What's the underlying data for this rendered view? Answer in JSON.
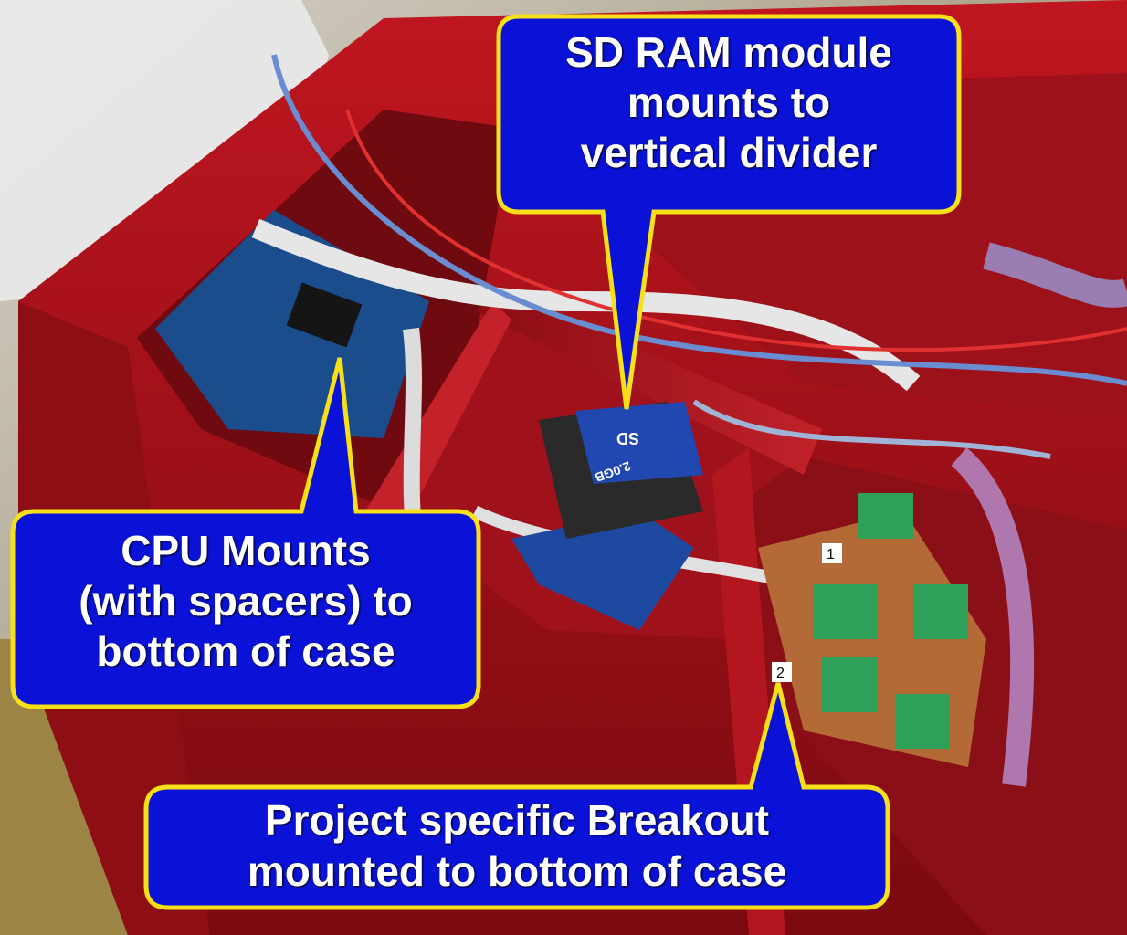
{
  "callouts": {
    "sd_ram": [
      "SD RAM module",
      "mounts to",
      "vertical divider"
    ],
    "cpu": [
      "CPU Mounts",
      "(with spacers) to",
      "bottom of case"
    ],
    "breakout": [
      "Project specific Breakout",
      "mounted to bottom of case"
    ]
  },
  "sd_card": {
    "brand": "SD",
    "capacity": "2.0GB"
  },
  "terminal_labels": [
    "1",
    "2"
  ],
  "colors": {
    "callout_fill": "#0a12d8",
    "callout_border": "#f7e017",
    "case_red": "#b0101a"
  }
}
